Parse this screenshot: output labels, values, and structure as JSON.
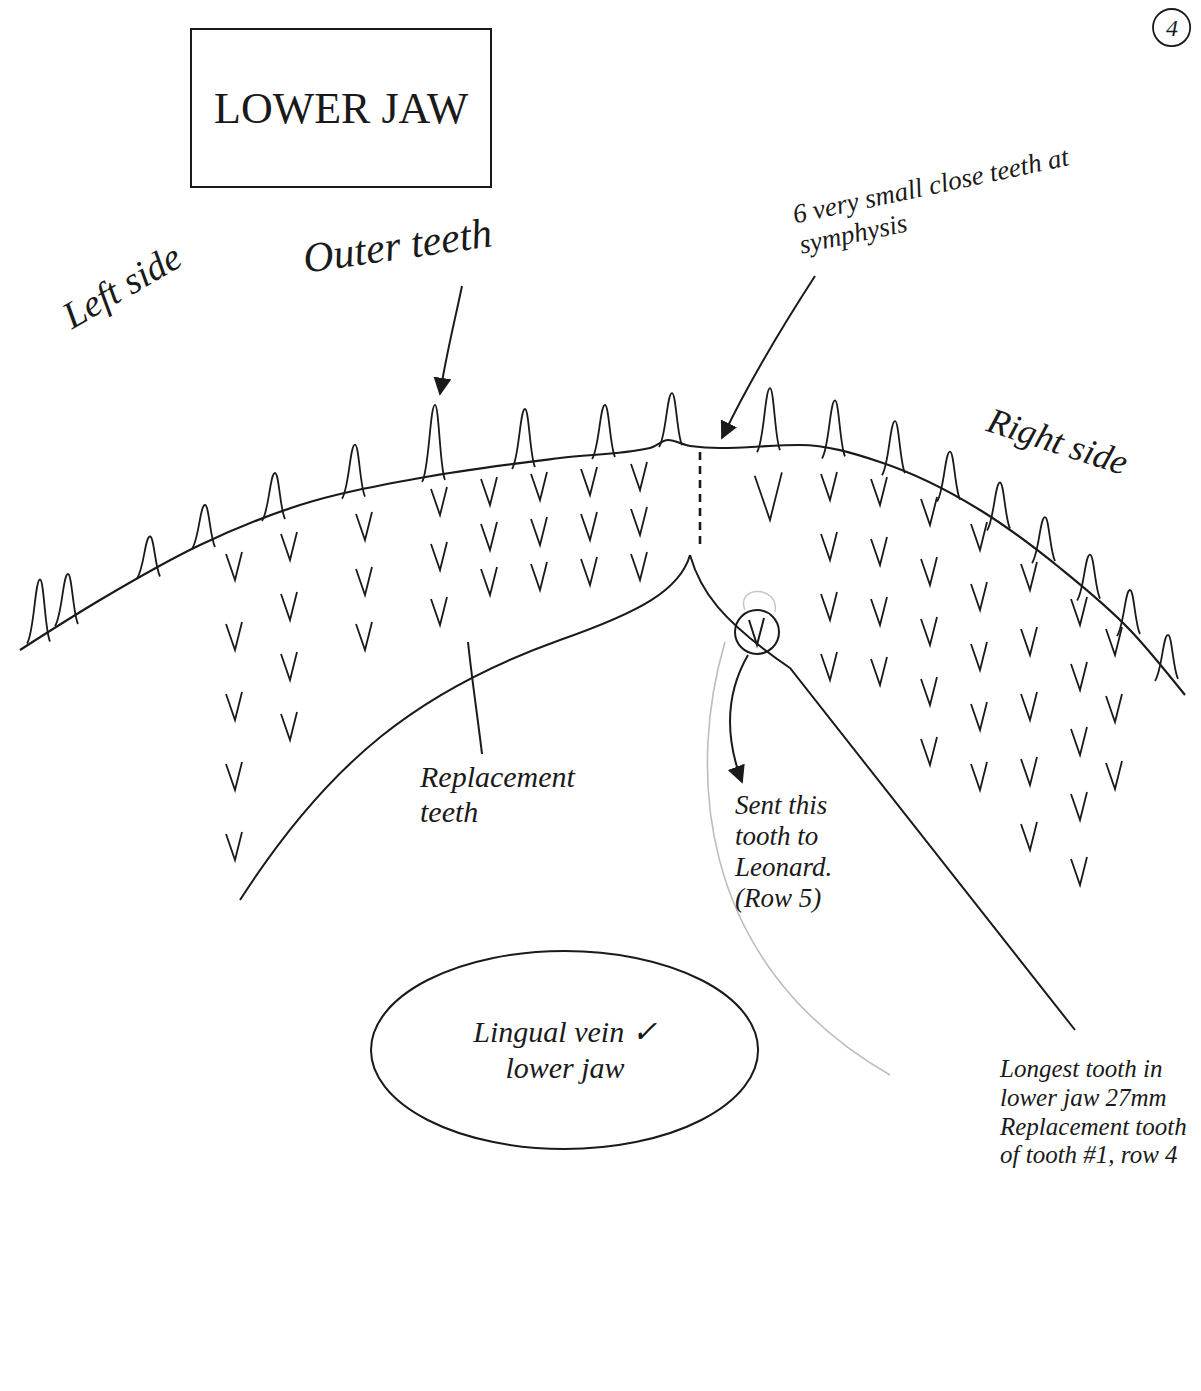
{
  "diagram": {
    "title": "LOWER JAW",
    "nodes": [
      {
        "text": [
          "4"
        ]
      },
      {
        "text": [
          "Lingual vein ✓ lower jaw"
        ]
      }
    ],
    "labels": [
      "Outer teeth",
      "6 very small close teeth at symphysis",
      "Left side",
      "Right side",
      "Replacement teeth",
      "Sent this tooth to Leonard. (Row 5)",
      "Longest tooth in lower jaw 27mm Replacement tooth of tooth #1, row 4"
    ]
  }
}
